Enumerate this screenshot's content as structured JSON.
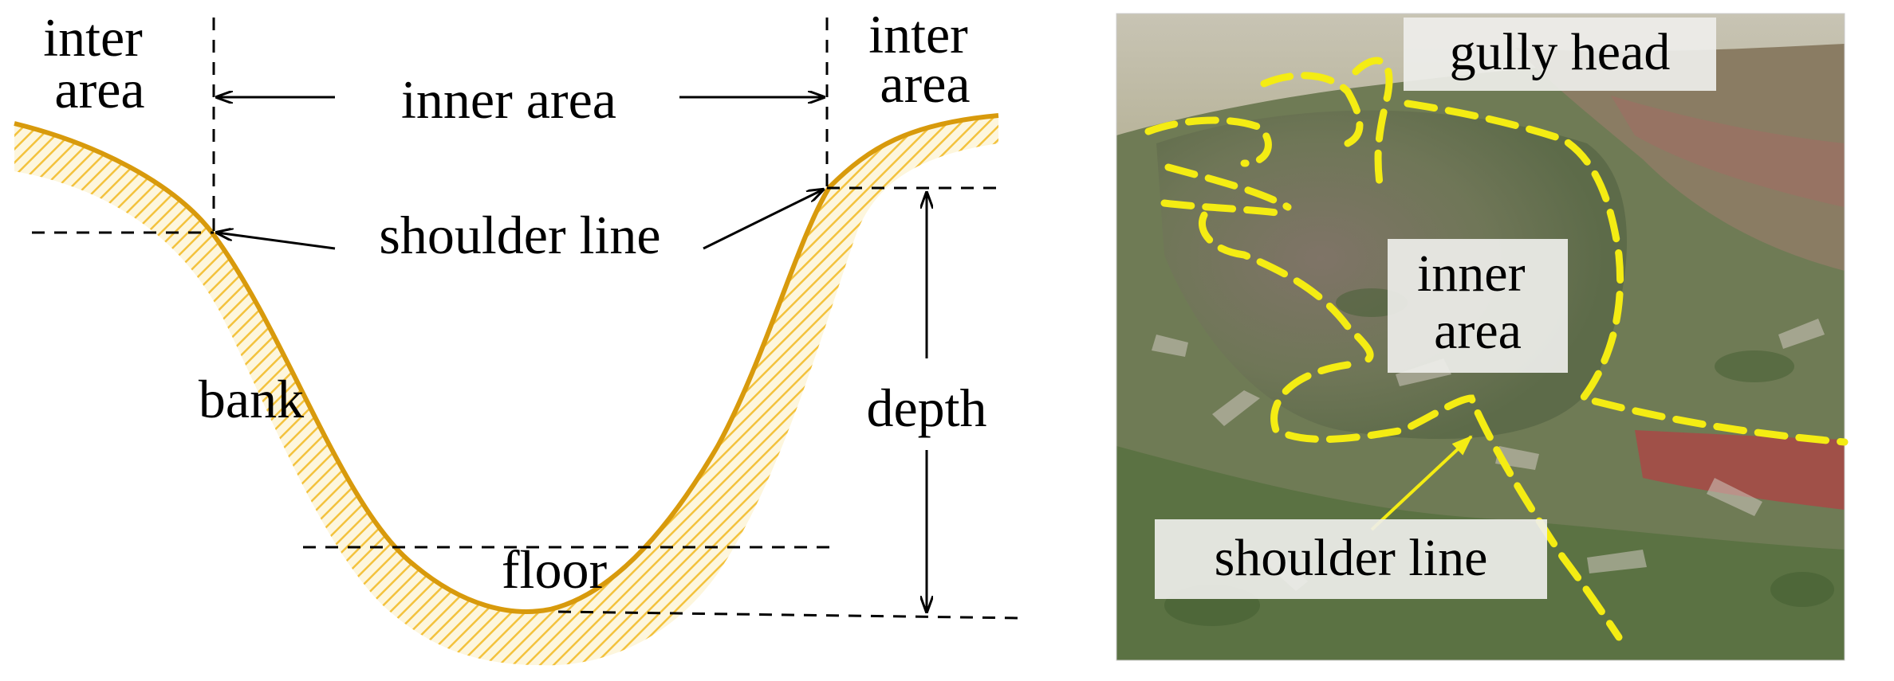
{
  "colors": {
    "profile_line": "#d89a0c",
    "hatch": "#f3c23d",
    "outline": "#f4ec13",
    "label_box": "#eeeeea",
    "dash": "#000000"
  },
  "cross_section": {
    "labels": {
      "inter_area_left": [
        "inter",
        "area"
      ],
      "inter_area_right": [
        "inter",
        "area"
      ],
      "inner_area": "inner area",
      "shoulder_line": "shoulder line",
      "bank": "bank",
      "depth": "depth",
      "floor": "floor"
    }
  },
  "photo": {
    "description_icon": "aerial-gully-photo",
    "labels": {
      "gully_head": "gully head",
      "inner_area": [
        "inner",
        "area"
      ],
      "shoulder_line": "shoulder line"
    }
  }
}
